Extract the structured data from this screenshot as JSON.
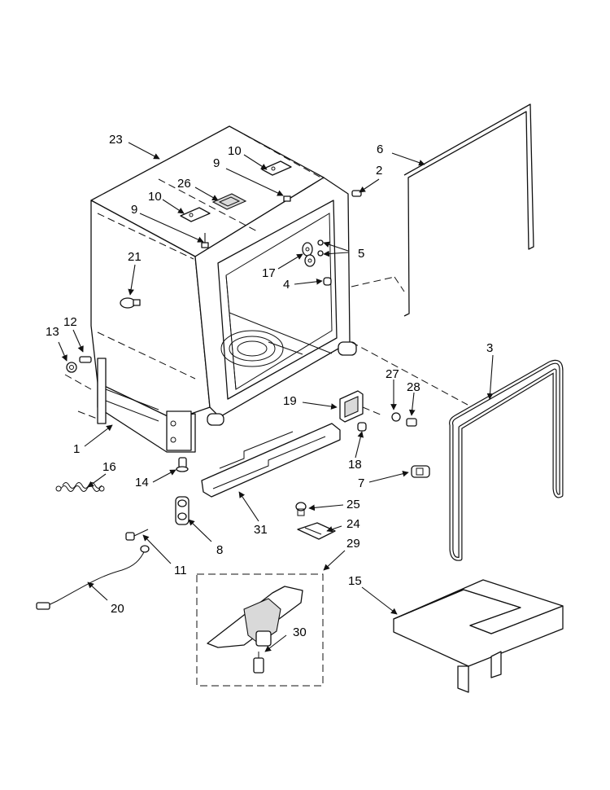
{
  "diagram": {
    "callouts": [
      {
        "id": "c1",
        "label": "1"
      },
      {
        "id": "c2",
        "label": "2"
      },
      {
        "id": "c3",
        "label": "3"
      },
      {
        "id": "c4",
        "label": "4"
      },
      {
        "id": "c5",
        "label": "5"
      },
      {
        "id": "c6",
        "label": "6"
      },
      {
        "id": "c7",
        "label": "7"
      },
      {
        "id": "c8",
        "label": "8"
      },
      {
        "id": "c9a",
        "label": "9"
      },
      {
        "id": "c9b",
        "label": "9"
      },
      {
        "id": "c10a",
        "label": "10"
      },
      {
        "id": "c10b",
        "label": "10"
      },
      {
        "id": "c11",
        "label": "11"
      },
      {
        "id": "c12",
        "label": "12"
      },
      {
        "id": "c13",
        "label": "13"
      },
      {
        "id": "c14",
        "label": "14"
      },
      {
        "id": "c15",
        "label": "15"
      },
      {
        "id": "c16",
        "label": "16"
      },
      {
        "id": "c17",
        "label": "17"
      },
      {
        "id": "c18",
        "label": "18"
      },
      {
        "id": "c19",
        "label": "19"
      },
      {
        "id": "c20",
        "label": "20"
      },
      {
        "id": "c21",
        "label": "21"
      },
      {
        "id": "c23",
        "label": "23"
      },
      {
        "id": "c24",
        "label": "24"
      },
      {
        "id": "c25",
        "label": "25"
      },
      {
        "id": "c26",
        "label": "26"
      },
      {
        "id": "c27",
        "label": "27"
      },
      {
        "id": "c28",
        "label": "28"
      },
      {
        "id": "c29",
        "label": "29"
      },
      {
        "id": "c30",
        "label": "30"
      },
      {
        "id": "c31",
        "label": "31"
      }
    ]
  }
}
